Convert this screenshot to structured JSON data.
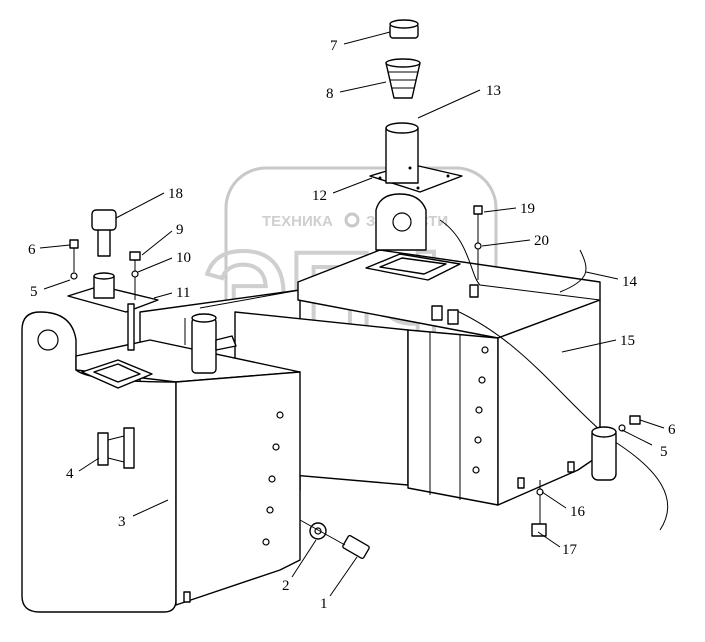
{
  "watermark": {
    "left_word": "ТЕХНИКА",
    "right_word": "ЗАПЧАСТИ",
    "monogram": "ЭПФ"
  },
  "callouts": [
    {
      "id": "c1",
      "label": "1"
    },
    {
      "id": "c2",
      "label": "2"
    },
    {
      "id": "c3",
      "label": "3"
    },
    {
      "id": "c4",
      "label": "4"
    },
    {
      "id": "c5a",
      "label": "5"
    },
    {
      "id": "c5b",
      "label": "5"
    },
    {
      "id": "c6a",
      "label": "6"
    },
    {
      "id": "c6b",
      "label": "6"
    },
    {
      "id": "c7",
      "label": "7"
    },
    {
      "id": "c8",
      "label": "8"
    },
    {
      "id": "c9",
      "label": "9"
    },
    {
      "id": "c10",
      "label": "10"
    },
    {
      "id": "c11",
      "label": "11"
    },
    {
      "id": "c12",
      "label": "12"
    },
    {
      "id": "c13",
      "label": "13"
    },
    {
      "id": "c14",
      "label": "14"
    },
    {
      "id": "c15",
      "label": "15"
    },
    {
      "id": "c16",
      "label": "16"
    },
    {
      "id": "c17",
      "label": "17"
    },
    {
      "id": "c18",
      "label": "18"
    },
    {
      "id": "c19",
      "label": "19"
    },
    {
      "id": "c20",
      "label": "20"
    }
  ]
}
